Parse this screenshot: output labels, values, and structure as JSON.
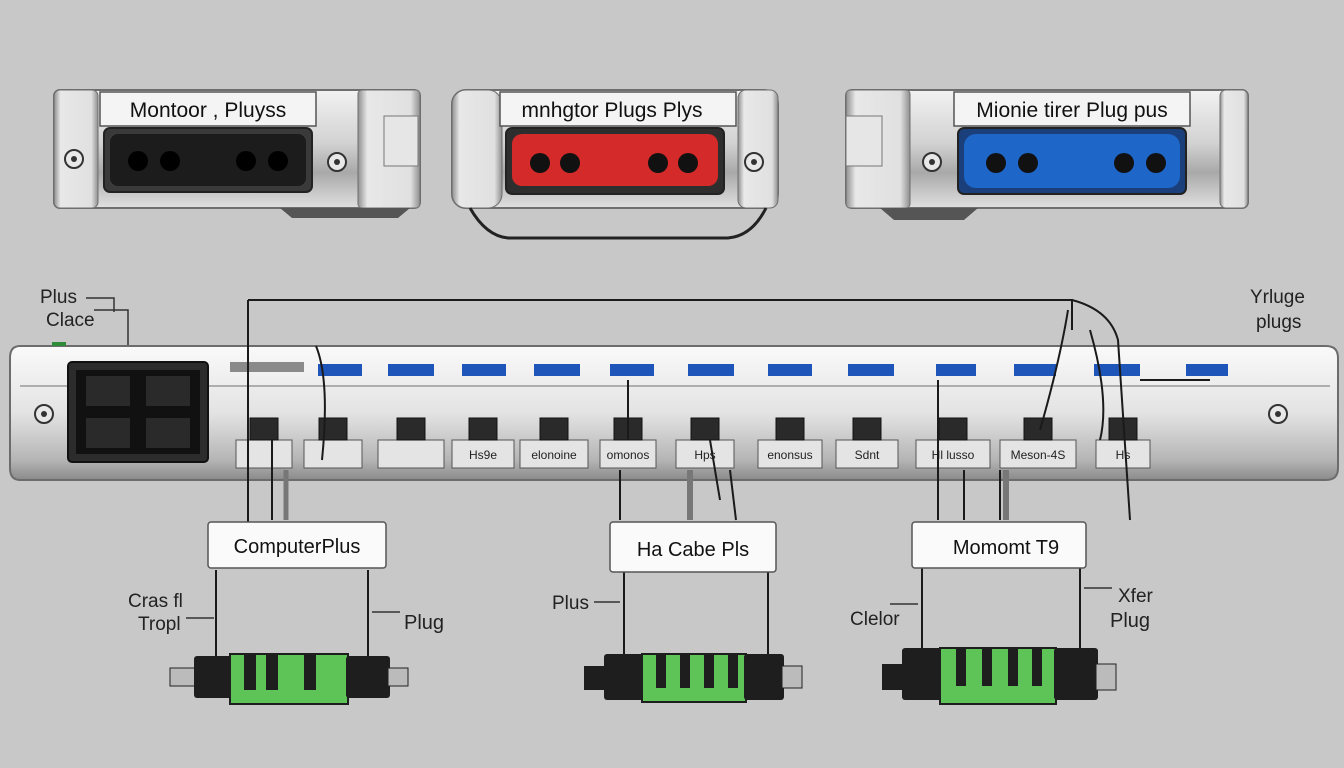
{
  "plugs": [
    {
      "title": "Montoor , Pluyss",
      "port_color": "#1c1c1c"
    },
    {
      "title": "mnhgtor Plugs  Plys",
      "port_color": "#d42a2a"
    },
    {
      "title": "Mionie tirer Plug pus",
      "port_color": "#1e66c8"
    }
  ],
  "side_labels": {
    "top_left_1": "Plus",
    "top_left_2": "Clace",
    "top_right_1": "Yrluge",
    "top_right_2": "plugs"
  },
  "hub_ports": [
    "",
    "",
    "",
    "Hs9e",
    "elonoine",
    "omonos",
    "Hps",
    "enonsus",
    "Sdnt",
    "Hl lusso",
    "Meson-4S",
    "Hs"
  ],
  "callouts": [
    {
      "label": "ComputerPlus"
    },
    {
      "label": "Ha Cabe Pls"
    },
    {
      "label": "Momomt T9"
    }
  ],
  "connector_labels": {
    "left_1": "Cras fl",
    "left_2": "Tropl",
    "left_3": "Plug",
    "mid_1": "Plus",
    "right_1": "Clelor",
    "right_2": "Xfer",
    "right_3": "Plug"
  },
  "colors": {
    "background": "#c8c8c8",
    "chrome": "#d9d9d9",
    "blue_led": "#1e55b8",
    "connector_green": "#5ec458",
    "connector_black": "#1e1e1e"
  }
}
